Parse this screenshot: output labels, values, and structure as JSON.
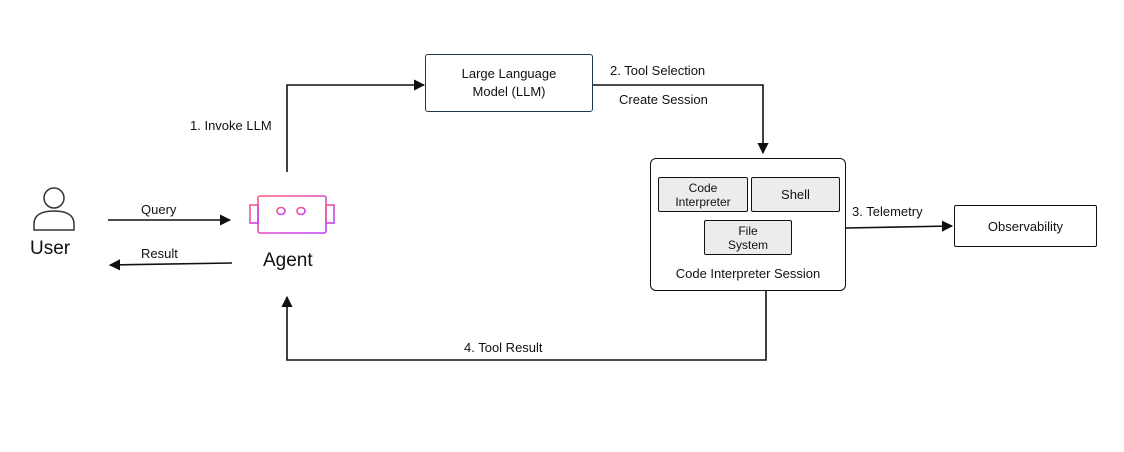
{
  "nodes": {
    "user": "User",
    "agent": "Agent",
    "llm": "Large Language Model (LLM)",
    "session": {
      "title": "Code Interpreter Session",
      "components": {
        "code_interpreter": "Code Interpreter",
        "shell": "Shell",
        "file_system": "File System"
      }
    },
    "observability": "Observability"
  },
  "edges": {
    "query": "Query",
    "result": "Result",
    "invoke_llm": "1. Invoke LLM",
    "tool_selection": "2. Tool Selection",
    "create_session": "Create Session",
    "telemetry": "3. Telemetry",
    "tool_result": "4. Tool Result"
  },
  "colors": {
    "agent_gradient_start": "#ff5a7a",
    "agent_gradient_end": "#c040ff",
    "llm_border": "#1b3a4b",
    "component_fill": "#ececef"
  },
  "icons": {
    "user": "user-icon",
    "agent": "robot-agent-icon"
  }
}
